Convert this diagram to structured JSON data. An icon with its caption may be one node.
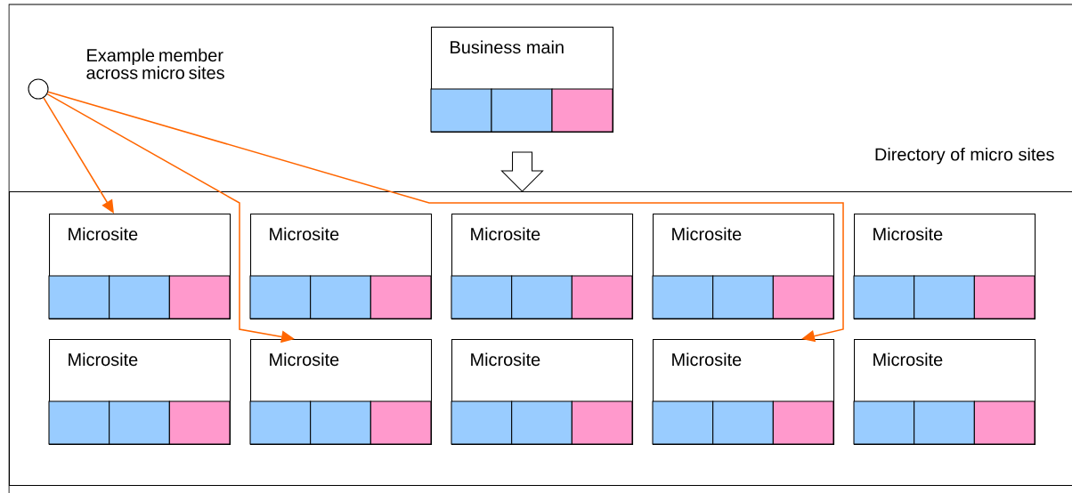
{
  "diagram": {
    "nodes": [
      {
        "text": [],
        "shape": "circle",
        "beside": [
          "Example member across micro sites"
        ]
      },
      {
        "text": [
          "Business main"
        ]
      },
      {
        "text": [
          "Directory of micro sites"
        ]
      },
      {
        "text": [
          "Microsite"
        ],
        "in": 2
      },
      {
        "text": [
          "Microsite"
        ],
        "in": 2
      },
      {
        "text": [
          "Microsite"
        ],
        "in": 2
      },
      {
        "text": [
          "Microsite"
        ],
        "in": 2
      },
      {
        "text": [
          "Microsite"
        ],
        "in": 2
      },
      {
        "text": [
          "Microsite"
        ],
        "in": 2
      },
      {
        "text": [
          "Microsite"
        ],
        "in": 2
      },
      {
        "text": [
          "Microsite"
        ],
        "in": 2
      },
      {
        "text": [
          "Microsite"
        ],
        "in": 2
      },
      {
        "text": [
          "Microsite"
        ],
        "in": 2
      }
    ],
    "edges": [
      {
        "from": 0,
        "to": 3,
        "arrow": "to"
      },
      {
        "from": 0,
        "to": 9,
        "arrow": "to"
      },
      {
        "from": 0,
        "to": 11,
        "arrow": "to"
      },
      {
        "from": 1,
        "to": 2,
        "arrow": "to",
        "color": "#000000"
      }
    ]
  }
}
